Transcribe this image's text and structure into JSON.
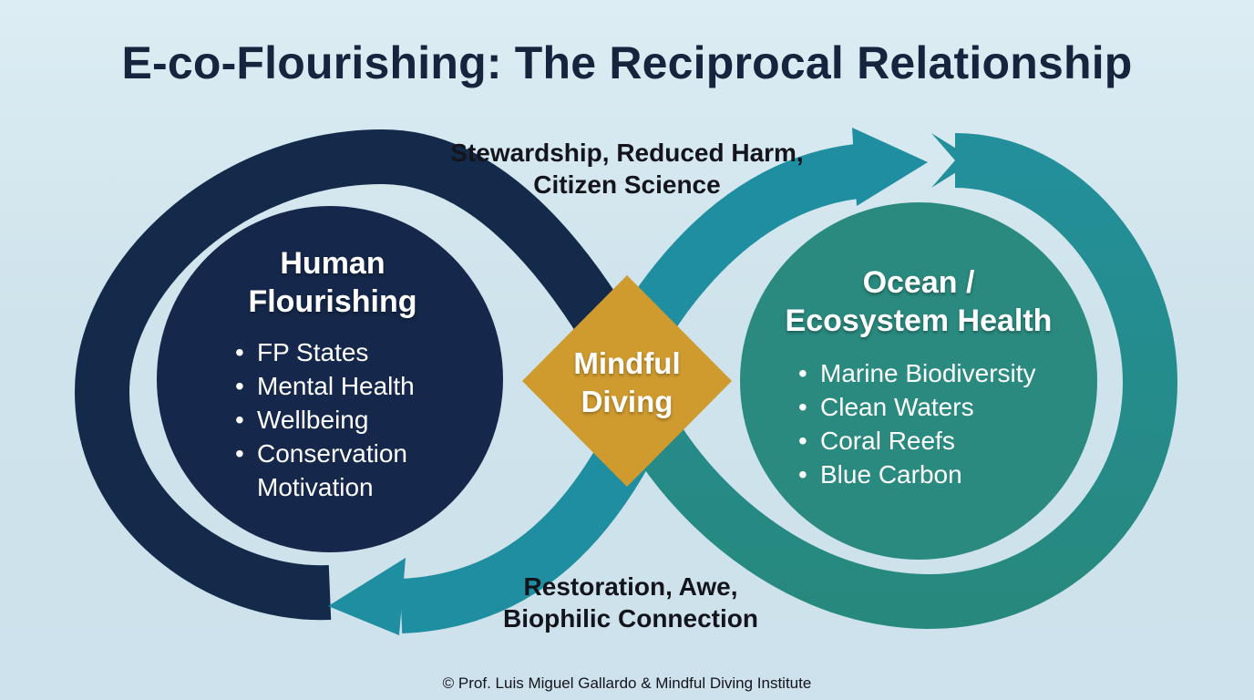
{
  "title": "E-co-Flourishing: The Reciprocal Relationship",
  "flows": {
    "top": [
      "Stewardship, Reduced Harm,",
      "Citizen Science"
    ],
    "bottom": [
      "Restoration, Awe,",
      "Biophilic Connection"
    ]
  },
  "human": {
    "title": [
      "Human",
      "Flourishing"
    ],
    "items": [
      "FP States",
      "Mental Health",
      "Wellbeing",
      "Conservation",
      "Motivation"
    ]
  },
  "ocean": {
    "title": [
      "Ocean /",
      "Ecosystem Health"
    ],
    "items": [
      "Marine Biodiversity",
      "Clean Waters",
      "Coral Reefs",
      "Blue Carbon"
    ]
  },
  "center": [
    "Mindful",
    "Diving"
  ],
  "copyright": "© Prof. Luis Miguel Gallardo & Mindful Diving Institute",
  "colors": {
    "human": "#15274a",
    "ocean": "#2a8a7f",
    "center": "#cf9a2e",
    "loop_dark": "#132a4a",
    "loop_teal": "#1e8ea0",
    "loop_green": "#2a8a7f"
  }
}
